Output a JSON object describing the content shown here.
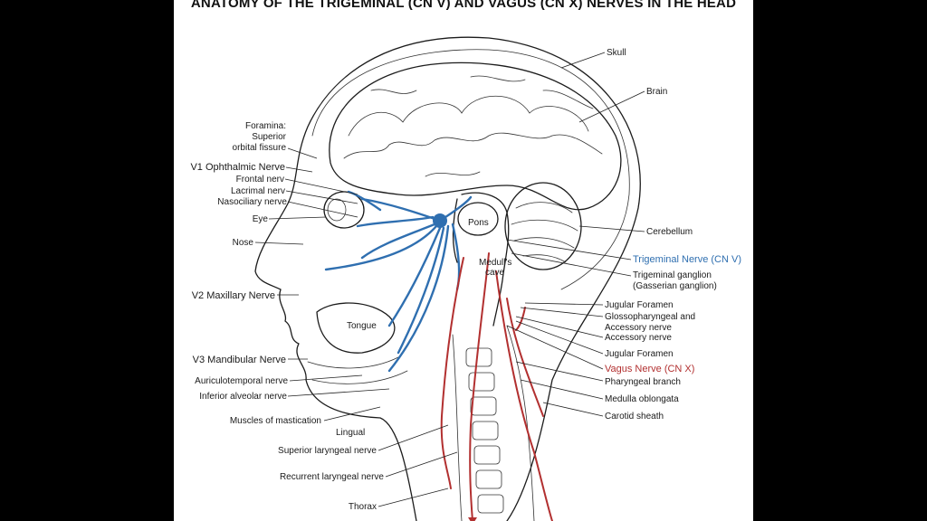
{
  "diagram": {
    "title": "ANATOMY OF THE TRIGEMINAL (CN V) AND VAGUS (CN X) NERVES IN THE HEAD",
    "colors": {
      "trigeminal": "#2f6fb0",
      "vagus": "#b23030",
      "outline": "#1c1c1c",
      "background": "#ffffff"
    },
    "labels_left": {
      "foramina": "Foramina:",
      "superior": "Superior",
      "orbital_fissure": "orbital fissure",
      "v1": "V1 Ophthalmic Nerve",
      "frontal": "Frontal nerv",
      "lacrimal": "Lacrimal nerv",
      "nasociliary": "Nasociliary nerve",
      "eye": "Eye",
      "nose": "Nose",
      "v2": "V2 Maxillary Nerve",
      "v3": "V3 Mandibular Nerve",
      "auriculotemporal": "Auriculotemporal nerve",
      "inferior_alveolar": "Inferior alveolar nerve",
      "mastication": "Muscles of mastication",
      "superior_laryngeal": "Superior laryngeal nerve",
      "recurrent_laryngeal": "Recurrent laryngeal nerve",
      "thorax": "Thorax"
    },
    "labels_inner": {
      "pons": "Pons",
      "medull": "Medull's",
      "cave": "cave",
      "tongue": "Tongue",
      "lingual": "Lingual"
    },
    "labels_right": {
      "skull": "Skull",
      "brain": "Brain",
      "cerebellum": "Cerebellum",
      "trigeminal": "Trigeminal Nerve  (CN V)",
      "trigeminal_ganglion": "Trigeminal ganglion",
      "gasserian": "(Gasserian ganglion)",
      "jugular1": "Jugular Foramen",
      "glosso1": "Glossopharyngeal and",
      "glosso2": "Accessory nerve",
      "accessory": "Accessory nerve",
      "jugular2": "Jugular Foramen",
      "vagus": "Vagus Nerve (CN X)",
      "pharyngeal": "Pharyngeal branch",
      "medulla": "Medulla oblongata",
      "carotid": "Carotid sheath"
    }
  }
}
